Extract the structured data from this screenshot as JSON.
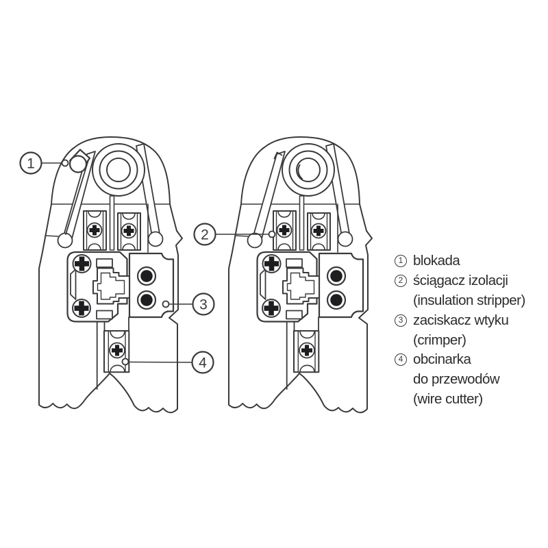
{
  "figure": {
    "ink_color": "#3a3a3c",
    "black_fill": "#1e1e20",
    "background": "#ffffff"
  },
  "callouts": [
    {
      "n": "1"
    },
    {
      "n": "2"
    },
    {
      "n": "3"
    },
    {
      "n": "4"
    }
  ],
  "legend": {
    "rows": [
      {
        "num": "1",
        "text": "blokada"
      },
      {
        "num": "2",
        "text": "ściągacz izolacji"
      },
      {
        "num": "",
        "text": "(insulation stripper)"
      },
      {
        "num": "3",
        "text": "zaciskacz wtyku"
      },
      {
        "num": "",
        "text": "(crimper)"
      },
      {
        "num": "4",
        "text": "obcinarka"
      },
      {
        "num": "",
        "text": "do przewodów"
      },
      {
        "num": "",
        "text": "(wire cutter)"
      }
    ]
  }
}
